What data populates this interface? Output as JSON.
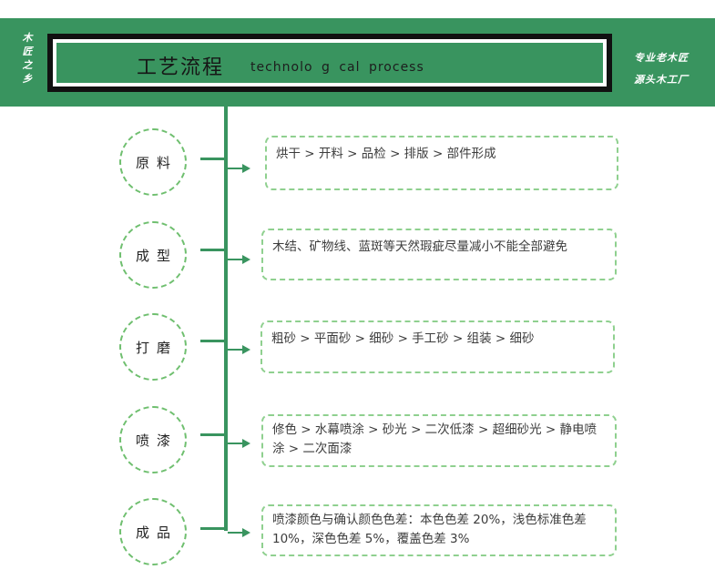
{
  "header": {
    "title_cn": "工艺流程",
    "title_en": "technolo g cal  process",
    "side_left_chars": [
      "木",
      "匠",
      "之",
      "乡"
    ],
    "side_right_lines": [
      "专业老木匠",
      "源头木工厂"
    ]
  },
  "steps": [
    {
      "label": "原料",
      "description": "烘干 > 开料 > 品检 > 排版 > 部件形成"
    },
    {
      "label": "成型",
      "description": "木结、矿物线、蓝斑等天然瑕疵尽量减小不能全部避免"
    },
    {
      "label": "打磨",
      "description": "粗砂 > 平面砂 > 细砂 > 手工砂 > 组装 > 细砂"
    },
    {
      "label": "喷漆",
      "description": "修色 > 水幕喷涂 > 砂光 > 二次低漆 > 超细砂光 > 静电喷涂 > 二次面漆"
    },
    {
      "label": "成品",
      "description": "喷漆颜色与确认颜色色差：本色色差 20%，浅色标准色差 10%，深色色差 5%，覆盖色差 3%"
    }
  ],
  "colors": {
    "accent": "#39945f",
    "dashed": "#8fd08f"
  }
}
